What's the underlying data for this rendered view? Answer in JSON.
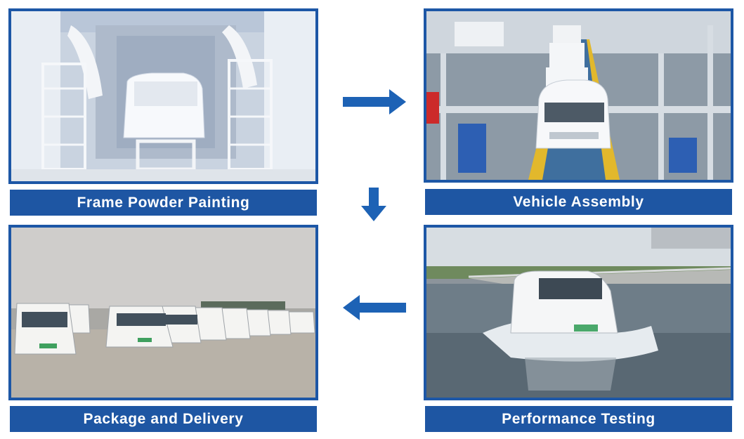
{
  "steps": [
    {
      "label": "Frame Powder Painting"
    },
    {
      "label": "Vehicle Assembly"
    },
    {
      "label": "Package and Delivery"
    },
    {
      "label": "Performance Testing"
    }
  ],
  "colors": {
    "frame": "#1d57a6",
    "label_bg": "#1e56a3",
    "arrow": "#1d62b5",
    "label_text": "#ffffff"
  },
  "flow": [
    "Frame Powder Painting",
    "Vehicle Assembly",
    "Performance Testing",
    "Package and Delivery"
  ]
}
